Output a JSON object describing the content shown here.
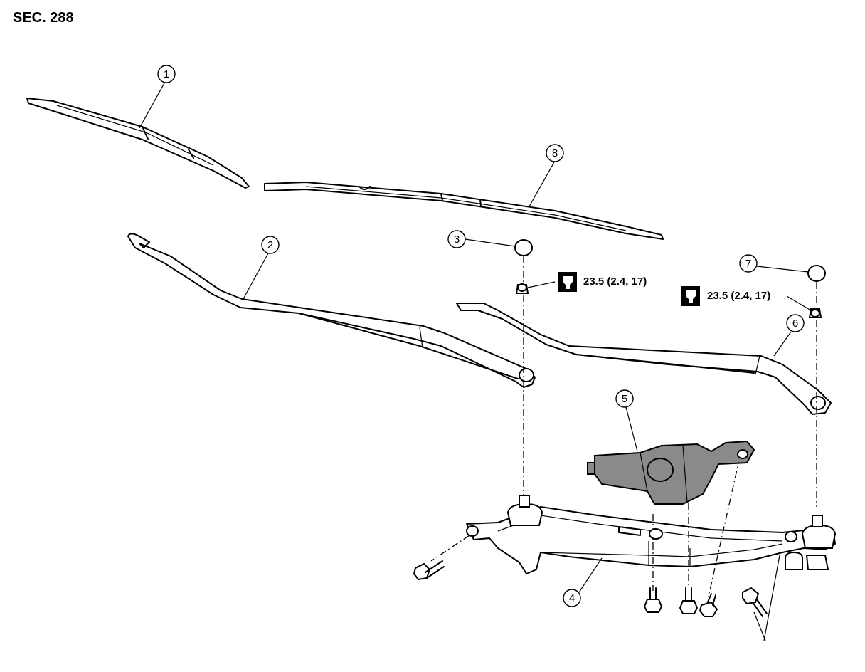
{
  "section": "SEC. 288",
  "callouts": [
    "1",
    "2",
    "3",
    "4",
    "5",
    "6",
    "7",
    "8"
  ],
  "torque_specs": [
    "23.5 (2.4, 17)",
    "23.5 (2.4, 17)"
  ],
  "icons": {
    "torque": "torque-wrench-icon"
  }
}
